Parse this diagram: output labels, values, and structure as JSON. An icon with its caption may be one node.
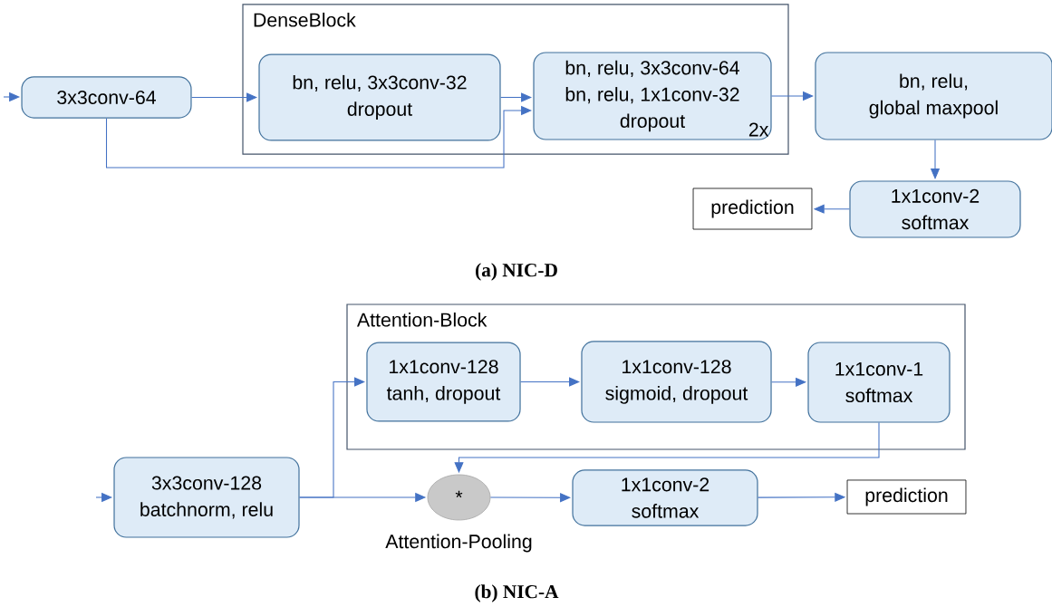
{
  "diagram": {
    "nodes": [
      {
        "text": [
          "DenseBlock"
        ]
      },
      {
        "text": [
          "3x3conv-64"
        ]
      },
      {
        "text": [
          "bn, relu, 3x3conv-32",
          "dropout"
        ],
        "in": 0
      },
      {
        "text": [
          "bn, relu, 3x3conv-64",
          "bn, relu, 1x1conv-32",
          "dropout",
          "2x"
        ],
        "in": 0
      },
      {
        "text": [
          "bn, relu,",
          "global maxpool"
        ]
      },
      {
        "text": [
          "1x1conv-2",
          "softmax"
        ]
      },
      {
        "text": [
          "prediction"
        ]
      },
      {
        "text": [
          "Attention-Block"
        ]
      },
      {
        "text": [
          "1x1conv-128",
          "tanh, dropout"
        ],
        "in": 7
      },
      {
        "text": [
          "1x1conv-128",
          "sigmoid, dropout"
        ],
        "in": 7
      },
      {
        "text": [
          "1x1conv-1",
          "softmax"
        ],
        "in": 7
      },
      {
        "text": [
          "3x3conv-128",
          "batchnorm, relu"
        ]
      },
      {
        "text": [
          "*"
        ],
        "beside": [
          "Attention-Pooling"
        ]
      },
      {
        "text": [
          "1x1conv-2",
          "softmax"
        ]
      },
      {
        "text": [
          "prediction"
        ]
      }
    ],
    "edges": [
      {
        "from": null,
        "to": 1,
        "arrow": "to"
      },
      {
        "from": 1,
        "to": 2,
        "arrow": "to"
      },
      {
        "from": 2,
        "to": 3,
        "arrow": "to"
      },
      {
        "from": 1,
        "to": 3,
        "arrow": "to"
      },
      {
        "from": 3,
        "to": 4,
        "arrow": "to"
      },
      {
        "from": 4,
        "to": 5,
        "arrow": "to"
      },
      {
        "from": 5,
        "to": 6,
        "arrow": "to"
      },
      {
        "from": null,
        "to": 11,
        "arrow": "to"
      },
      {
        "from": 11,
        "to": 8,
        "arrow": "to"
      },
      {
        "from": 11,
        "to": 12,
        "arrow": "to"
      },
      {
        "from": 8,
        "to": 9,
        "arrow": "to"
      },
      {
        "from": 9,
        "to": 10,
        "arrow": "to"
      },
      {
        "from": 10,
        "to": 12,
        "arrow": "to"
      },
      {
        "from": 12,
        "to": 13,
        "arrow": "to"
      },
      {
        "from": 13,
        "to": 14,
        "arrow": "to"
      }
    ],
    "labels": [
      "(a) NIC-D",
      "(b) NIC-A"
    ]
  }
}
